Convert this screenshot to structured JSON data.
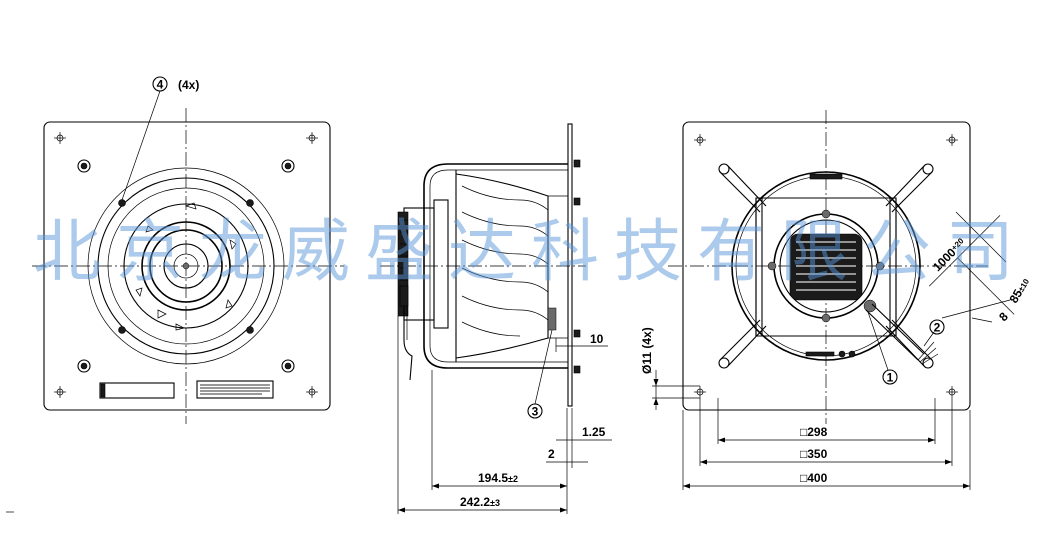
{
  "dimensions": {
    "mount_count": "(4x)",
    "d_10": "10",
    "d_1_25": "1.25",
    "d_2": "2",
    "d_194_5": "194.5",
    "tol_194_5": "±2",
    "d_242_2": "242.2",
    "tol_242_2": "±3",
    "hole_dia": "Ø11 (4x)",
    "sq_298": "□298",
    "sq_350": "□350",
    "sq_400": "□400",
    "cable_len": "1000",
    "cable_tol": "+20",
    "strip_85": "85",
    "strip_tol": "±10",
    "d_8": "8"
  },
  "callouts": [
    "1",
    "2",
    "3",
    "4"
  ],
  "watermark": "北京龙威盛达科技有限公司",
  "colors": {
    "watermark": "#5a96d7",
    "line": "#000000"
  }
}
